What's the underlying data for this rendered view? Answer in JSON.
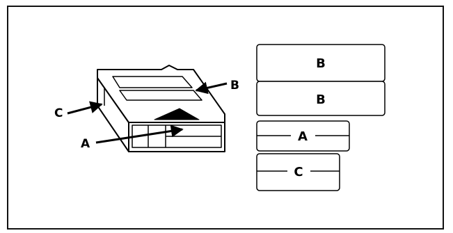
{
  "callouts": {
    "b": "B",
    "c": "C",
    "a": "A"
  },
  "labels": {
    "b_top": "B",
    "b_bottom": "B",
    "a_label": "A",
    "c_label": "C"
  }
}
